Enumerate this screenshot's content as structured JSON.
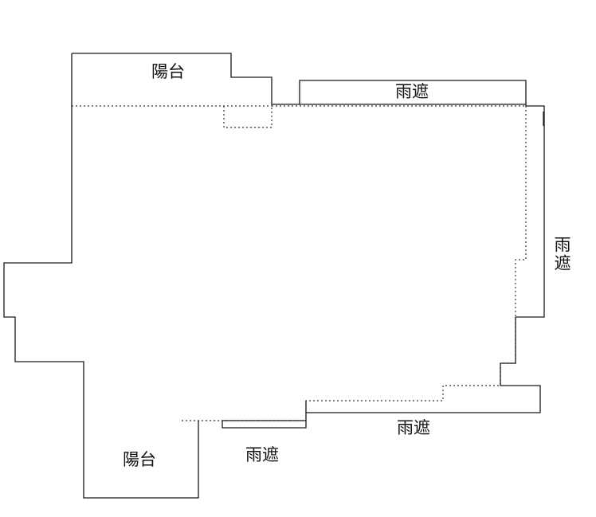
{
  "labels": {
    "balcony_top": "陽台",
    "balcony_bottom": "陽台",
    "canopy_top": "雨遮",
    "canopy_right": "雨遮",
    "canopy_bottom_middle": "雨遮",
    "canopy_bottom_right": "雨遮"
  }
}
